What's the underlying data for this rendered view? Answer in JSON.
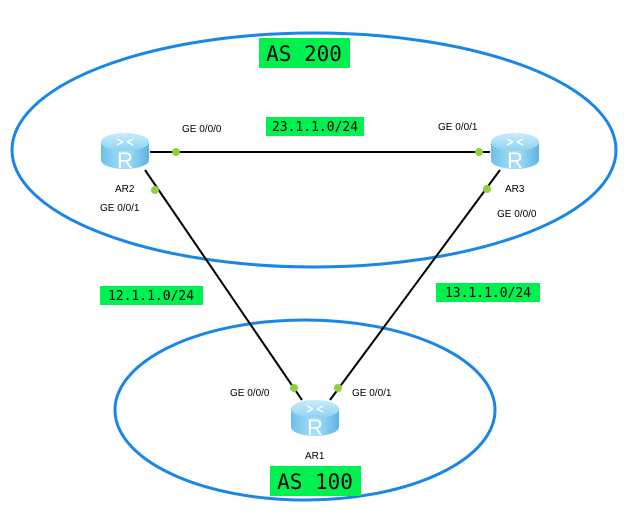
{
  "areas": {
    "as200": "AS 200",
    "as100": "AS 100"
  },
  "routers": {
    "ar1": "AR1",
    "ar2": "AR2",
    "ar3": "AR3",
    "glyph": "R"
  },
  "networks": {
    "ar2_ar3": "23.1.1.0/24",
    "ar2_ar1": "12.1.1.0/24",
    "ar3_ar1": "13.1.1.0/24"
  },
  "interfaces": {
    "ar2_g0": "GE 0/0/0",
    "ar2_g1": "GE 0/0/1",
    "ar3_g1": "GE 0/0/1",
    "ar3_g0": "GE 0/0/0",
    "ar1_g0": "GE 0/0/0",
    "ar1_g1": "GE 0/0/1"
  },
  "colors": {
    "area": "#1a86e8",
    "label_bg": "#00f050",
    "port": "#8ed13a"
  }
}
